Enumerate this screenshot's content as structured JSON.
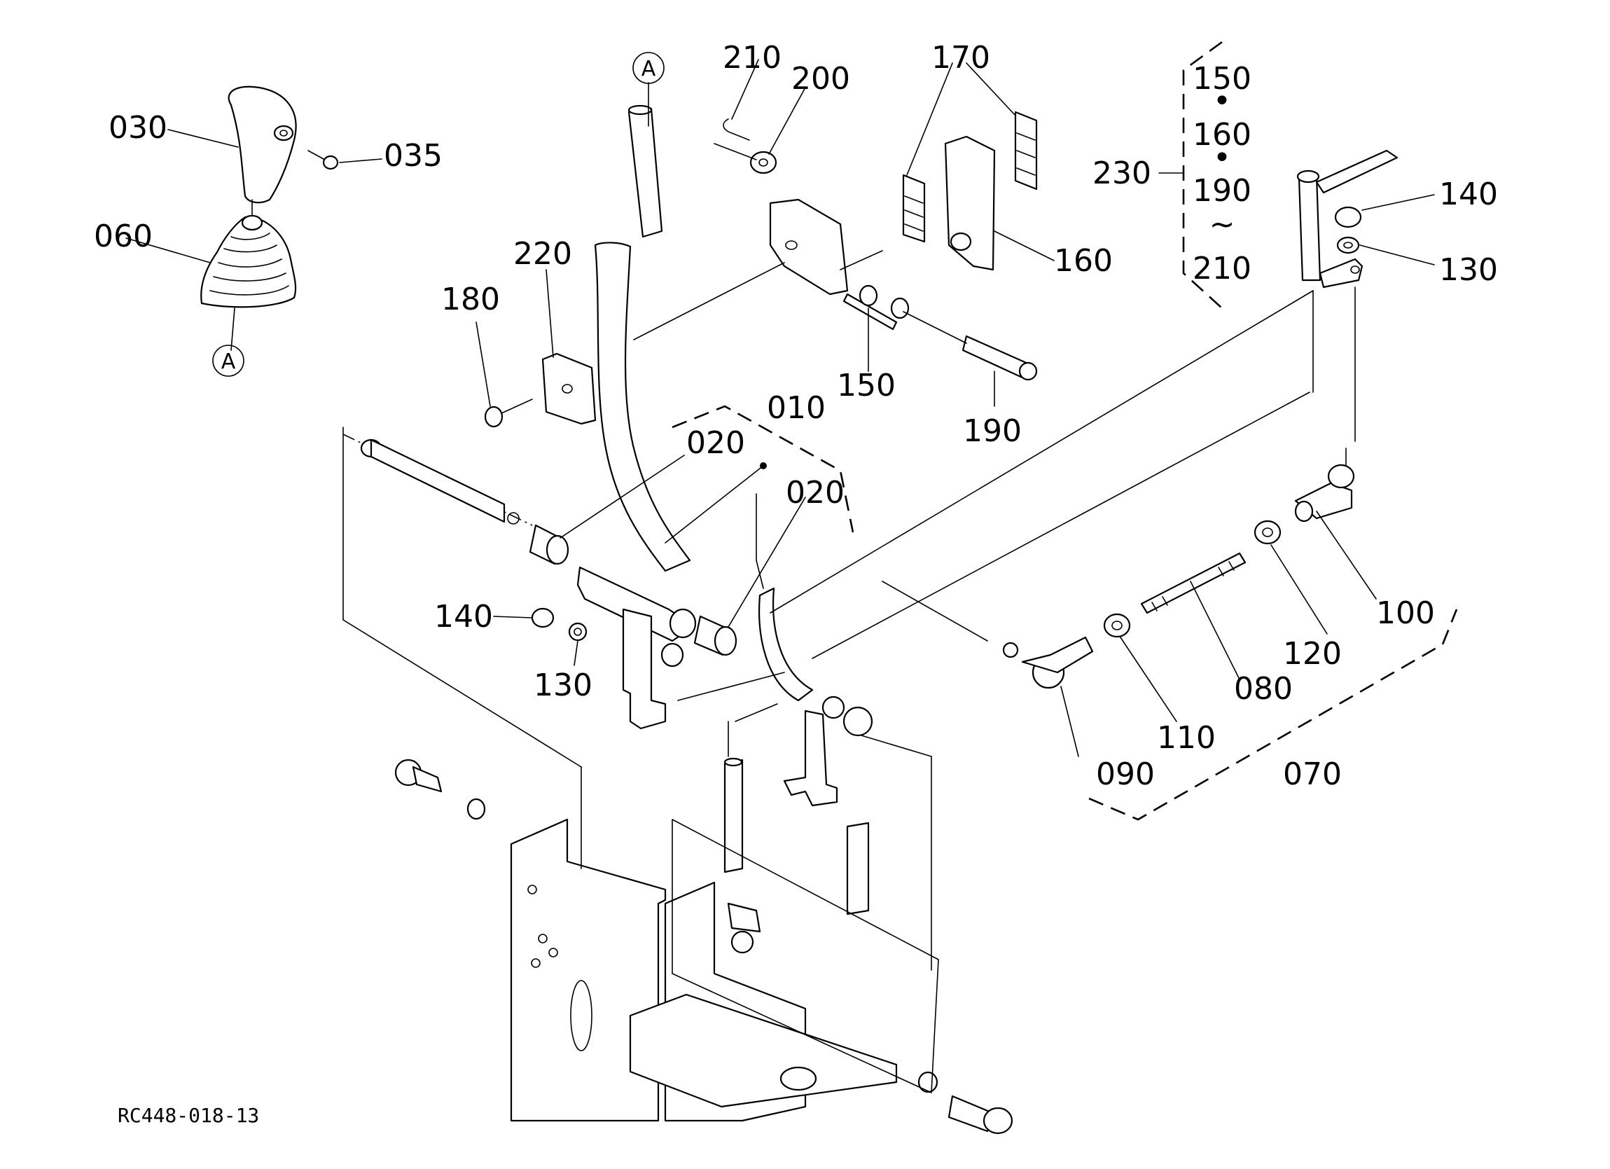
{
  "diagram": {
    "drawing_code": "RC448-018-13",
    "labels": {
      "p010": "010",
      "p020a": "020",
      "p020b": "020",
      "p030": "030",
      "p035": "035",
      "p060": "060",
      "p070": "070",
      "p080": "080",
      "p090": "090",
      "p100": "100",
      "p110": "110",
      "p120": "120",
      "p130a": "130",
      "p130b": "130",
      "p140a": "140",
      "p140b": "140",
      "p150": "150",
      "p160": "160",
      "p170": "170",
      "p180": "180",
      "p190": "190",
      "p200": "200",
      "p210": "210",
      "p220": "220",
      "p230": "230"
    },
    "group_230": {
      "items": [
        "150",
        "160",
        "190",
        "210"
      ],
      "separators": [
        "•",
        "•",
        "~"
      ]
    },
    "connector_marks": {
      "top_shaft": "A",
      "boot_bottom": "A"
    }
  }
}
